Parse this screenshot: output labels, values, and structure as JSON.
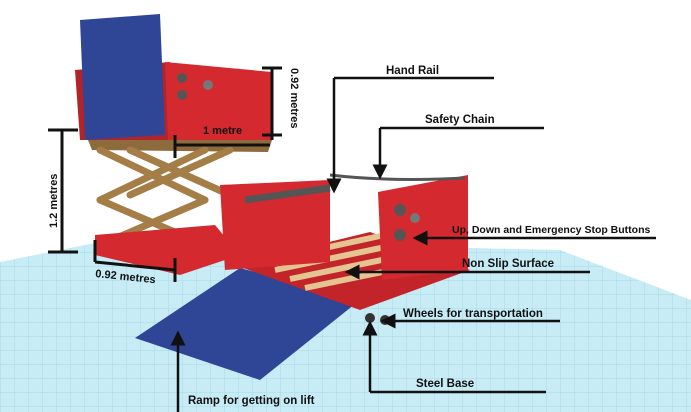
{
  "labels": {
    "hand_rail": "Hand Rail",
    "safety_chain": "Safety Chain",
    "buttons": "Up, Down and Emergency Stop Buttons",
    "non_slip": "Non Slip Surface",
    "wheels": "Wheels for transportation",
    "steel_base": "Steel Base",
    "ramp": "Ramp for getting on lift"
  },
  "dimensions": {
    "top_height": "0.92 metres",
    "top_width": "1 metre",
    "lift_height": "1.2 metres",
    "base_depth": "0.92 metres"
  },
  "colors": {
    "red": "#d42a2f",
    "dark_red": "#9c1c22",
    "blue": "#2f4596",
    "wood": "#d8b27a",
    "scissor": "#b08a55",
    "grid": "#bfe6f2"
  }
}
